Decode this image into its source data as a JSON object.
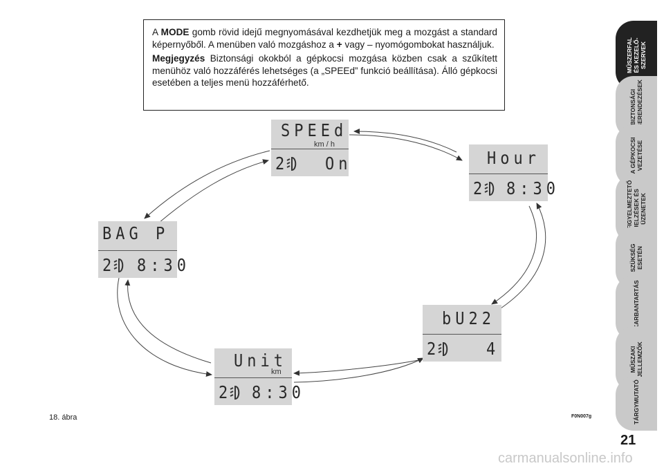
{
  "note": {
    "p1_lead": "A ",
    "p1_bold": "MODE",
    "p1_text": " gomb rövid idejű megnyomásával kezdhetjük meg a mozgást a standard képernyőből. A menüben való mozgáshoz a ",
    "p1_plus": "+",
    "p1_text2": " vagy – nyomógombokat használjuk.",
    "p2_bold": "Megjegyzés",
    "p2_text": " Biztonsági okokból a gépkocsi mozgása közben csak a szűkített menühöz való hozzáférés lehetséges (a „SPEEd” funkció beállítása). Álló gépkocsi esetében a teljes menü hozzáférhető."
  },
  "displays": {
    "speed": {
      "top": "SPEEd",
      "unit": "km / h",
      "bottom_num": "2",
      "bottom_val": "On"
    },
    "hour": {
      "top": "Hour",
      "bottom_num": "2",
      "bottom_val": "8:30"
    },
    "bag": {
      "top": "BAG P",
      "bottom_num": "2",
      "bottom_val": "8:30"
    },
    "buzz": {
      "top": "bU22",
      "bottom_num": "2",
      "bottom_val": "4"
    },
    "unit": {
      "top": "Unit",
      "unit": "km",
      "bottom_num": "2",
      "bottom_val": "8:30"
    }
  },
  "sidebar": {
    "tabs": [
      {
        "l1": "MŰSZERFAL",
        "l2": "ÉS KEZELŐ-",
        "l3": "SZERVEK"
      },
      {
        "l1": "BIZTONSÁGI",
        "l2": "BERENDEZÉSEK",
        "l3": ""
      },
      {
        "l1": "A GÉPKOCSI",
        "l2": "VEZETÉSE",
        "l3": ""
      },
      {
        "l1": "FIGYELMEZTETŐ",
        "l2": "JELZÉSEK ÉS",
        "l3": "ÜZENETEK"
      },
      {
        "l1": "SZÜKSÉG",
        "l2": "ESETÉN",
        "l3": ""
      },
      {
        "l1": "KARBANTARTÁS",
        "l2": "",
        "l3": ""
      },
      {
        "l1": "MŰSZAKI",
        "l2": "JELLEMZŐK",
        "l3": ""
      },
      {
        "l1": "TÁRGYMUTATÓ",
        "l2": "",
        "l3": ""
      }
    ]
  },
  "caption": "18. ábra",
  "figure_code": "F0N007g",
  "page_number": "21",
  "watermark": "carmanualsonline.info",
  "colors": {
    "display_bg": "#d5d5d5",
    "tab_bg": "#c9c9c9",
    "tab_active": "#222222"
  }
}
